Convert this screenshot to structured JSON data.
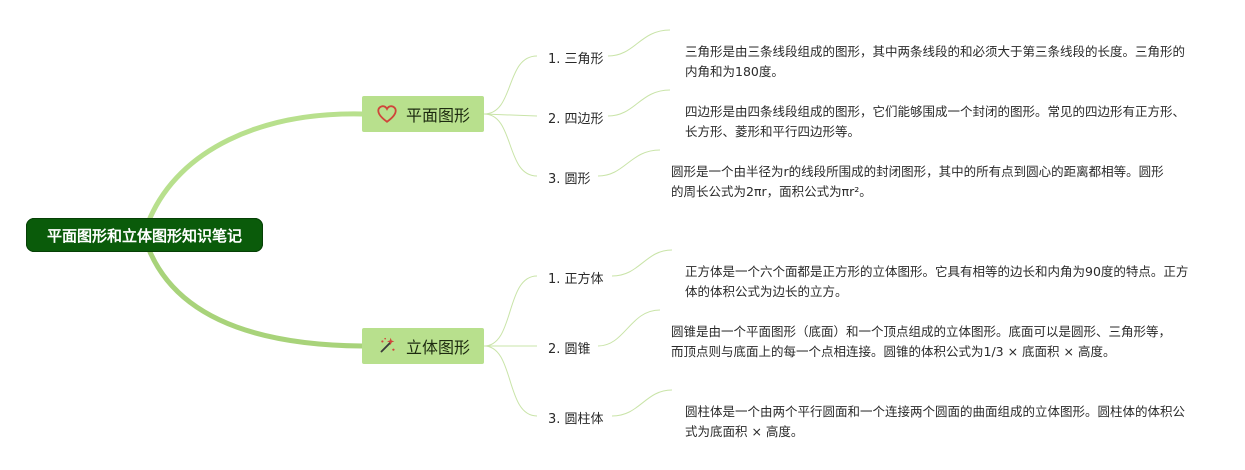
{
  "root": {
    "title": "平面图形和立体图形知识笔记"
  },
  "branches": [
    {
      "label": "平面图形",
      "icon": "heart-icon",
      "items": [
        {
          "label": "1. 三角形",
          "desc": "三角形是由三条线段组成的图形，其中两条线段的和必须大于第三条线段的长度。三角形的内角和为180度。"
        },
        {
          "label": "2. 四边形",
          "desc": "四边形是由四条线段组成的图形，它们能够围成一个封闭的图形。常见的四边形有正方形、长方形、菱形和平行四边形等。"
        },
        {
          "label": "3. 圆形",
          "desc": "圆形是一个由半径为r的线段所围成的封闭图形，其中的所有点到圆心的距离都相等。圆形的周长公式为2πr，面积公式为πr²。"
        }
      ]
    },
    {
      "label": "立体图形",
      "icon": "magic-wand-icon",
      "items": [
        {
          "label": "1. 正方体",
          "desc": "正方体是一个六个面都是正方形的立体图形。它具有相等的边长和内角为90度的特点。正方体的体积公式为边长的立方。"
        },
        {
          "label": "2. 圆锥",
          "desc": "圆锥是由一个平面图形（底面）和一个顶点组成的立体图形。底面可以是圆形、三角形等，而顶点则与底面上的每一个点相连接。圆锥的体积公式为1/3 × 底面积 × 高度。"
        },
        {
          "label": "3. 圆柱体",
          "desc": "圆柱体是一个由两个平行圆面和一个连接两个圆面的曲面组成的立体图形。圆柱体的体积公式为底面积 × 高度。"
        }
      ]
    }
  ],
  "colors": {
    "root_bg": "#0a5b0a",
    "branch_bg": "#b8e08d",
    "main_connector": "#b8e08d",
    "thin_connector": "#c9e4a8",
    "heart": "#d0453a",
    "wand": "#d0453a"
  }
}
